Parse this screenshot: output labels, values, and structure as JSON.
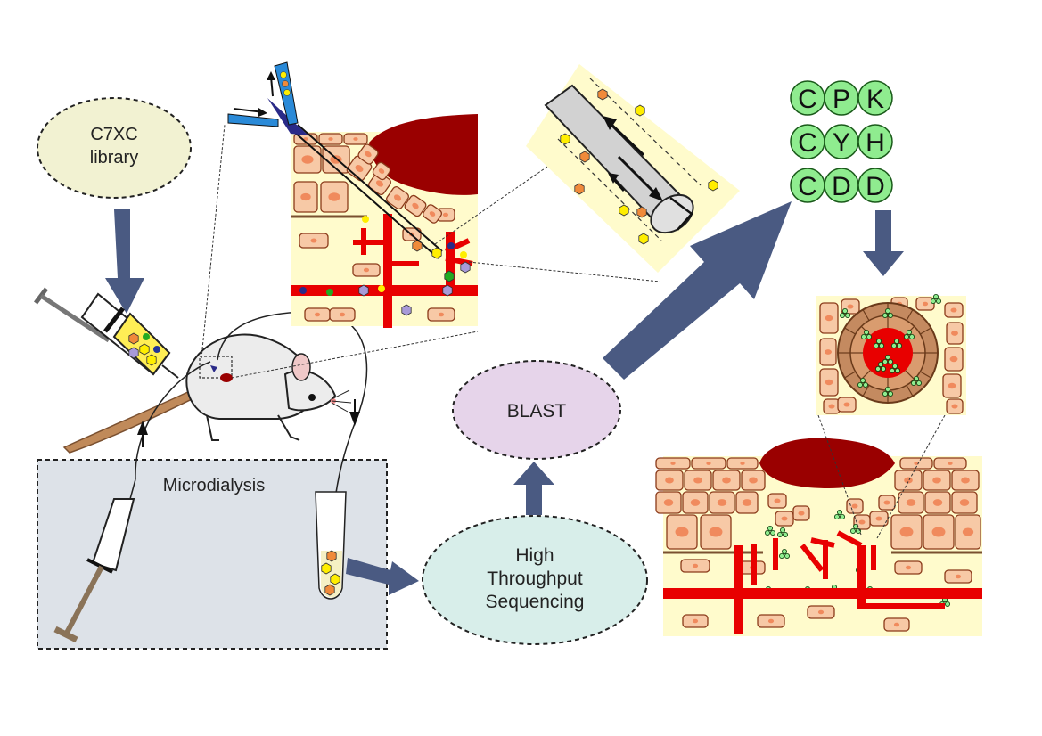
{
  "nodes": {
    "library": [
      "C7XC",
      "library"
    ],
    "microdialysis": "Microdialysis",
    "sequencing": [
      "High",
      "Throughput",
      "Sequencing"
    ],
    "blast": "BLAST"
  },
  "peptides": [
    [
      "C",
      "P",
      "K"
    ],
    [
      "C",
      "Y",
      "H"
    ],
    [
      "C",
      "D",
      "D"
    ]
  ],
  "colors": {
    "arrow": "#4a5a82",
    "tissue_bg": "#fffbcc",
    "cell_fill": "#f7c9a6",
    "cell_stroke": "#8a3a1a",
    "nucleus": "#f08a5d",
    "vessel": "#e80000",
    "tumor": "#9a0000",
    "library_fill": "#f2f2d2",
    "blast_fill": "#e6d4ea",
    "sequencing_fill": "#d8eeea",
    "microdialysis_fill": "#dde2e8",
    "peptide_ball": "#8fec8f"
  }
}
